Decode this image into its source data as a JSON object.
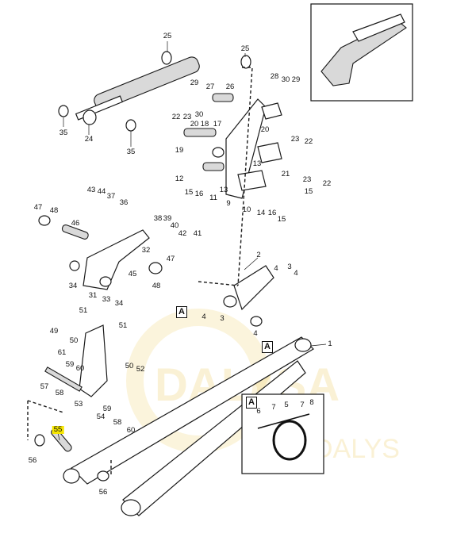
{
  "callouts": [
    {
      "id": "c25a",
      "text": "25"
    },
    {
      "id": "c25b",
      "text": "25"
    },
    {
      "id": "c35a",
      "text": "35"
    },
    {
      "id": "c24",
      "text": "24"
    },
    {
      "id": "c35b",
      "text": "35"
    },
    {
      "id": "c29a",
      "text": "29"
    },
    {
      "id": "c27",
      "text": "27"
    },
    {
      "id": "c26",
      "text": "26"
    },
    {
      "id": "c28",
      "text": "28"
    },
    {
      "id": "c30a",
      "text": "30"
    },
    {
      "id": "c29b",
      "text": "29"
    },
    {
      "id": "c22a",
      "text": "22"
    },
    {
      "id": "c23a",
      "text": "23"
    },
    {
      "id": "c30b",
      "text": "30"
    },
    {
      "id": "c20a",
      "text": "20"
    },
    {
      "id": "c18",
      "text": "18"
    },
    {
      "id": "c17",
      "text": "17"
    },
    {
      "id": "c20b",
      "text": "20"
    },
    {
      "id": "c19",
      "text": "19"
    },
    {
      "id": "c13a",
      "text": "13"
    },
    {
      "id": "c23b",
      "text": "23"
    },
    {
      "id": "c22b",
      "text": "22"
    },
    {
      "id": "c12",
      "text": "12"
    },
    {
      "id": "c15a",
      "text": "15"
    },
    {
      "id": "c16a",
      "text": "16"
    },
    {
      "id": "c11",
      "text": "11"
    },
    {
      "id": "c13b",
      "text": "13"
    },
    {
      "id": "c9",
      "text": "9"
    },
    {
      "id": "c21",
      "text": "21"
    },
    {
      "id": "c23c",
      "text": "23"
    },
    {
      "id": "c22c",
      "text": "22"
    },
    {
      "id": "c15b",
      "text": "15"
    },
    {
      "id": "c10",
      "text": "10"
    },
    {
      "id": "c14",
      "text": "14"
    },
    {
      "id": "c16b",
      "text": "16"
    },
    {
      "id": "c15c",
      "text": "15"
    },
    {
      "id": "c43",
      "text": "43"
    },
    {
      "id": "c44",
      "text": "44"
    },
    {
      "id": "c37",
      "text": "37"
    },
    {
      "id": "c36",
      "text": "36"
    },
    {
      "id": "c47a",
      "text": "47"
    },
    {
      "id": "c48a",
      "text": "48"
    },
    {
      "id": "c46",
      "text": "46"
    },
    {
      "id": "c38",
      "text": "38"
    },
    {
      "id": "c39",
      "text": "39"
    },
    {
      "id": "c40",
      "text": "40"
    },
    {
      "id": "c42",
      "text": "42"
    },
    {
      "id": "c41",
      "text": "41"
    },
    {
      "id": "c32",
      "text": "32"
    },
    {
      "id": "c47b",
      "text": "47"
    },
    {
      "id": "c34a",
      "text": "34"
    },
    {
      "id": "c45",
      "text": "45"
    },
    {
      "id": "c48b",
      "text": "48"
    },
    {
      "id": "c31",
      "text": "31"
    },
    {
      "id": "c33",
      "text": "33"
    },
    {
      "id": "c34b",
      "text": "34"
    },
    {
      "id": "c2",
      "text": "2"
    },
    {
      "id": "c4a",
      "text": "4"
    },
    {
      "id": "c3",
      "text": "3"
    },
    {
      "id": "c4b",
      "text": "4"
    },
    {
      "id": "c4c",
      "text": "4"
    },
    {
      "id": "c3b",
      "text": "3"
    },
    {
      "id": "c4d",
      "text": "4"
    },
    {
      "id": "c51a",
      "text": "51"
    },
    {
      "id": "c49",
      "text": "49"
    },
    {
      "id": "c50a",
      "text": "50"
    },
    {
      "id": "c51b",
      "text": "51"
    },
    {
      "id": "c61",
      "text": "61"
    },
    {
      "id": "c50b",
      "text": "50"
    },
    {
      "id": "c52",
      "text": "52"
    },
    {
      "id": "c59",
      "text": "59"
    },
    {
      "id": "c60a",
      "text": "60"
    },
    {
      "id": "c57",
      "text": "57"
    },
    {
      "id": "c58a",
      "text": "58"
    },
    {
      "id": "c53",
      "text": "53"
    },
    {
      "id": "c59b",
      "text": "59"
    },
    {
      "id": "c54",
      "text": "54"
    },
    {
      "id": "c58b",
      "text": "58"
    },
    {
      "id": "c60b",
      "text": "60"
    },
    {
      "id": "c55",
      "text": "55",
      "highlight": true
    },
    {
      "id": "c56a",
      "text": "56"
    },
    {
      "id": "c56b",
      "text": "56"
    },
    {
      "id": "c1",
      "text": "1"
    },
    {
      "id": "c6",
      "text": "6"
    },
    {
      "id": "c7",
      "text": "7"
    },
    {
      "id": "c5",
      "text": "5"
    },
    {
      "id": "c7b",
      "text": "7"
    },
    {
      "id": "c8",
      "text": "8"
    }
  ],
  "detail_labels": {
    "a1": "A",
    "a2": "A",
    "a3": "A"
  },
  "watermark": {
    "brand": "DALYSA",
    "sub": "DALYS",
    "color": "#f3d98a"
  }
}
